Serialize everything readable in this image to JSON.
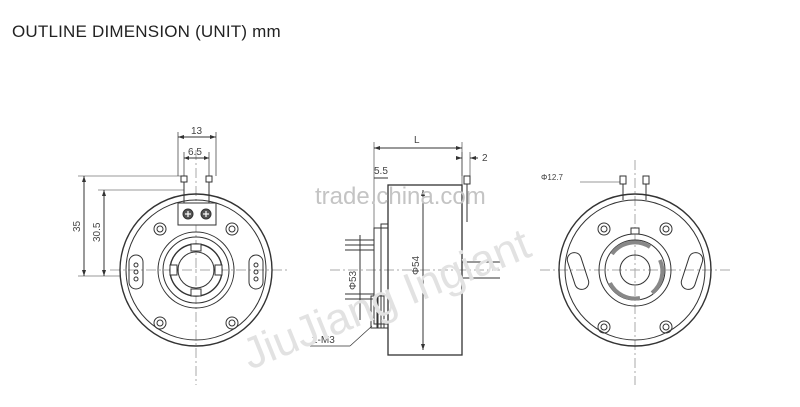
{
  "title": "OUTLINE DIMENSION  (UNIT) mm",
  "front_view": {
    "dim_width_top": "13",
    "dim_width_inner": "6.5",
    "dim_height_total": "35",
    "dim_height_center": "30.5"
  },
  "side_view": {
    "dim_length": "L",
    "dim_offset": "5.5",
    "dim_shaft": "2",
    "dim_flange_dia": "Φ54",
    "dim_body_dia": "Φ53",
    "thread_label": "2-M3"
  },
  "rear_view": {
    "dim_bore_dia": "Φ12.7"
  },
  "watermark": {
    "site": "trade.china.com",
    "diagonal": "JiuJiang Ingiant"
  }
}
